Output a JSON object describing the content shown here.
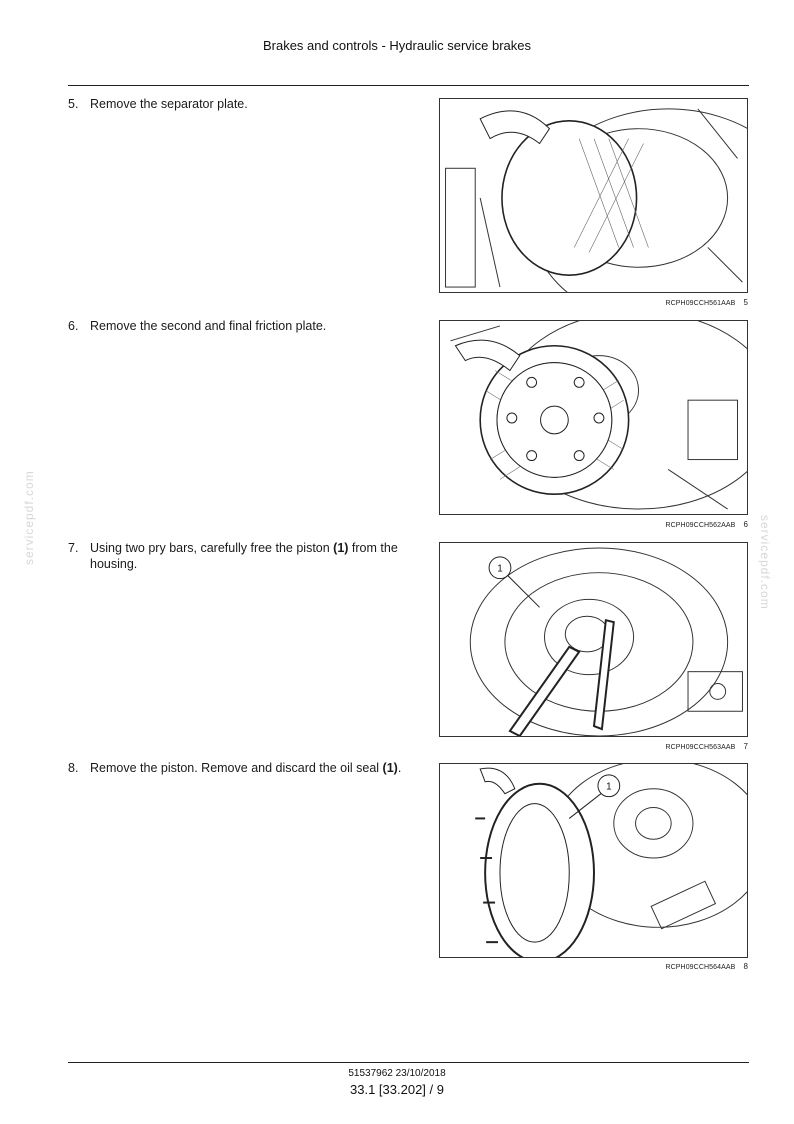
{
  "header": {
    "title": "Brakes and controls - Hydraulic service brakes"
  },
  "steps": [
    {
      "number": "5.",
      "text": "Remove the separator plate.",
      "figure_ref": "RCPH09CCH561AAB",
      "figure_number": "5"
    },
    {
      "number": "6.",
      "text": "Remove the second and final friction plate.",
      "figure_ref": "RCPH09CCH562AAB",
      "figure_number": "6"
    },
    {
      "number": "7.",
      "text_before": "Using two pry bars, carefully free the piston ",
      "bold": "(1)",
      "text_after": " from the housing.",
      "callout": "1",
      "figure_ref": "RCPH09CCH563AAB",
      "figure_number": "7"
    },
    {
      "number": "8.",
      "text_before": "Remove the piston.  Remove and discard the oil seal ",
      "bold": "(1)",
      "text_after": ".",
      "callout": "1",
      "figure_ref": "RCPH09CCH564AAB",
      "figure_number": "8"
    }
  ],
  "watermark": "servicepdf.com",
  "footer": {
    "doc_id": "51537962 23/10/2018",
    "page": "33.1 [33.202] / 9"
  }
}
